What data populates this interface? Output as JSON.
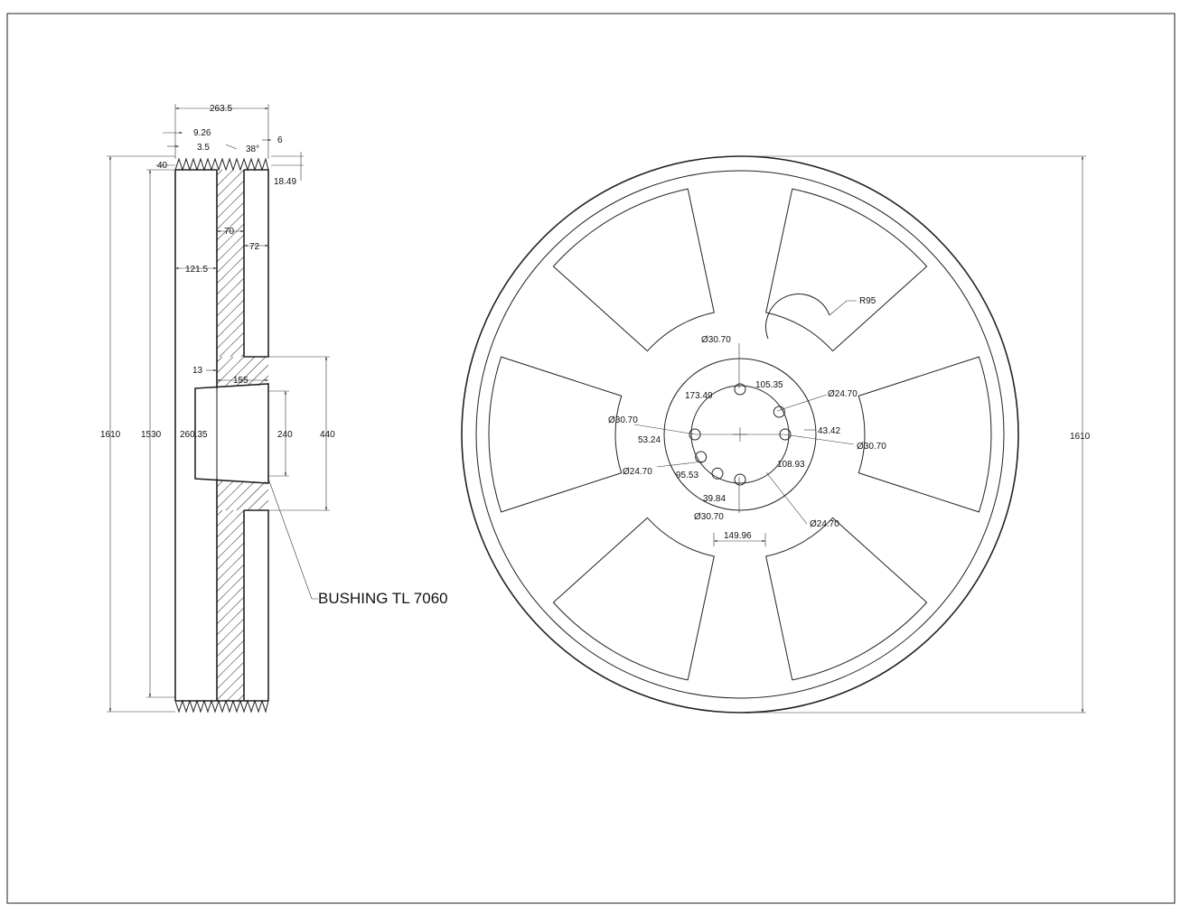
{
  "drawing": {
    "side_view": {
      "dims": {
        "overall_width": "263.5",
        "groove_offset": "9.26",
        "groove_land": "3.5",
        "groove_angle": "38°",
        "edge_6": "6",
        "rim_40": "40",
        "groove_depth": "18.49",
        "web_70": "70",
        "web_72": "72",
        "rim_121_5": "121.5",
        "hub_13": "13",
        "hub_155": "155",
        "bore_260_35": "260.35",
        "bore_240": "240",
        "hub_440": "440",
        "dia_1610": "1610",
        "dia_1530": "1530"
      },
      "callout": "BUSHING TL 7060"
    },
    "front_view": {
      "dims": {
        "radius": "R95",
        "hole_top": "Ø30.70",
        "arc_105": "105.35",
        "arc_173": "173.49",
        "hole_upper_right": "Ø24.70",
        "hole_left": "Ø30.70",
        "dist_43": "43.42",
        "hole_right": "Ø30.70",
        "dist_53": "53.24",
        "arc_108": "108.93",
        "hole_lower_left": "Ø24.70",
        "arc_95": "95.53",
        "arc_39": "39.84",
        "hole_bottom": "Ø30.70",
        "hole_lower_right": "Ø24.70",
        "width_149": "149.96",
        "dia_1610": "1610"
      }
    }
  }
}
